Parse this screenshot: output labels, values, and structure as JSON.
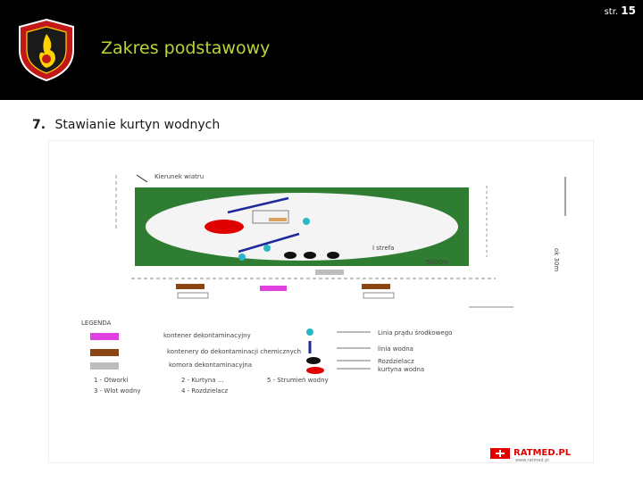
{
  "header": {
    "title": "Zakres podstawowy",
    "page_label": "str.",
    "page_number": "15"
  },
  "section": {
    "number": "7.",
    "title": "Stawianie kurtyn wodnych"
  },
  "diagram": {
    "labels": {
      "wind": "Kierunek wiatru",
      "strefa": "I strefa",
      "strefa_box": "5000m",
      "legenda": "LEGENDA",
      "kontener": "kontener dekontaminacyjny",
      "kontenery_chem": "kontenery do dekontaminacji chemicznych",
      "komora": "komora dekontaminacyjna",
      "prad_srodkowy": "Linia prądu środkowego",
      "linia_wodna": "linia wodna",
      "rozdzielacz": "Rozdzielacz",
      "kurtyna": "kurtyna wodna",
      "l1": "1 - Otworki",
      "l2": "2 - Kurtyna ...",
      "l3": "3 - Wlot wodny",
      "l4": "4 - Rozdzielacz",
      "l5": "5 - Strumień wodny",
      "side": "ok 30m",
      "brand": "RATMED.PL",
      "brand_sub": "www.ratmed.pl"
    },
    "colors": {
      "green": "#2e7d32",
      "magenta": "#e040e0",
      "brown": "#8b4513",
      "red": "#e00000",
      "blue": "#1e2a9a",
      "cyan": "#29b6c8"
    }
  }
}
